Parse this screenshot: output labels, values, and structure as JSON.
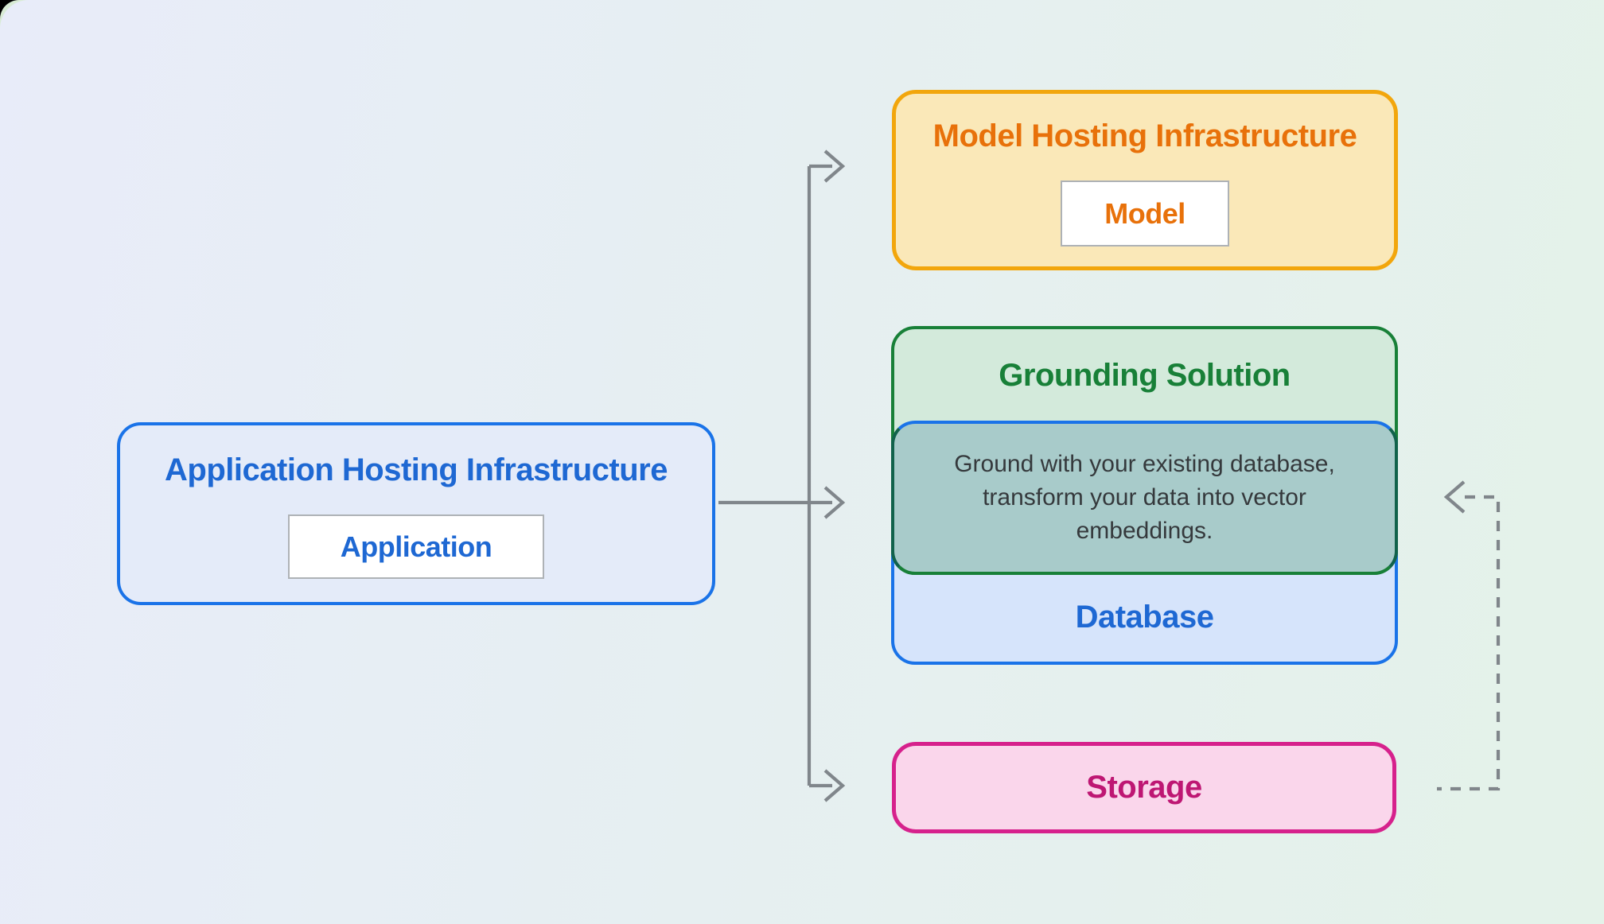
{
  "nodes": {
    "application_hosting": {
      "title": "Application Hosting Infrastructure",
      "chip": "Application"
    },
    "model_hosting": {
      "title": "Model Hosting Infrastructure",
      "chip": "Model"
    },
    "grounding_solution": {
      "title": "Grounding Solution",
      "description": "Ground with your existing database, transform your data into vector embeddings."
    },
    "database": {
      "title": "Database"
    },
    "storage": {
      "title": "Storage"
    }
  },
  "colors": {
    "app_accent": "#1A73E8",
    "app_fill": "#E4EBF9",
    "app_text": "#1E68D3",
    "model_accent": "#F2A60C",
    "model_fill": "#FAE8B8",
    "model_text": "#E8710A",
    "grounding_accent": "#188038",
    "grounding_fill": "#D3EADB",
    "grounding_text": "#188038",
    "database_accent": "#1A73E8",
    "database_fill": "#D6E4FB",
    "database_text": "#1E68D3",
    "overlap_fill": "#A8CBCA",
    "overlap_side": "#11624B",
    "description_text": "#35393C",
    "storage_accent": "#D6218C",
    "storage_fill": "#FAD6EB",
    "storage_text": "#BE1773",
    "connector": "#80868B",
    "chip_border": "#AEB2B6",
    "background_left": "#E8ECF9",
    "background_mid": "#E6EFF1",
    "background_right": "#E4F2E9",
    "corner_wedge": "#D8EBD5"
  }
}
